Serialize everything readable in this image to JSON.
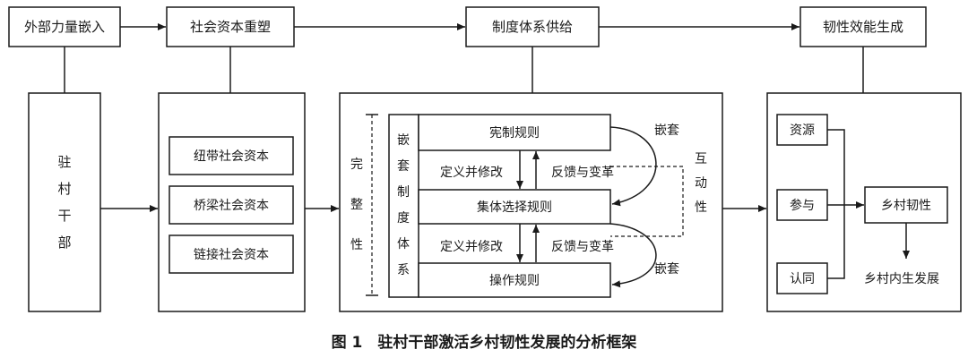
{
  "stages": {
    "external_embedding": "外部力量嵌入",
    "social_capital_reshaping": "社会资本重塑",
    "institutional_supply": "制度体系供给",
    "resilience_generation": "韧性效能生成"
  },
  "cadre": [
    "驻",
    "村",
    "干",
    "部"
  ],
  "social_capital": [
    "纽带社会资本",
    "桥梁社会资本",
    "链接社会资本"
  ],
  "institutions": {
    "completeness": [
      "完",
      "整",
      "性"
    ],
    "nested_system": [
      "嵌",
      "套",
      "制",
      "度",
      "体",
      "系"
    ],
    "constitutional_rules": "宪制规则",
    "collective_choice_rules": "集体选择规则",
    "operational_rules": "操作规则",
    "define_modify": "定义并修改",
    "feedback_change": "反馈与变革",
    "nesting": "嵌套",
    "interactivity": [
      "互",
      "动",
      "性"
    ]
  },
  "resilience": {
    "resources": "资源",
    "participation": "参与",
    "identity": "认同",
    "rural_resilience": "乡村韧性",
    "endogenous_development": "乡村内生发展"
  },
  "caption": "图 1　驻村干部激活乡村韧性发展的分析框架",
  "colors": {
    "stroke": "#1a1a1a",
    "background": "#ffffff"
  }
}
